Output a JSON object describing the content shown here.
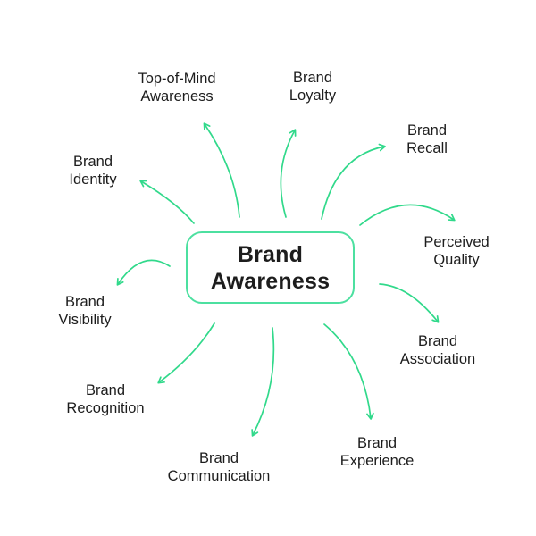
{
  "diagram": {
    "title": "Brand Awareness mind map",
    "center": {
      "label": "Brand\nAwareness"
    },
    "nodes": [
      {
        "id": "top-of-mind-awareness",
        "label": "Top-of-Mind\nAwareness"
      },
      {
        "id": "brand-loyalty",
        "label": "Brand\nLoyalty"
      },
      {
        "id": "brand-recall",
        "label": "Brand\nRecall"
      },
      {
        "id": "perceived-quality",
        "label": "Perceived\nQuality"
      },
      {
        "id": "brand-association",
        "label": "Brand\nAssociation"
      },
      {
        "id": "brand-experience",
        "label": "Brand\nExperience"
      },
      {
        "id": "brand-communication",
        "label": "Brand\nCommunication"
      },
      {
        "id": "brand-recognition",
        "label": "Brand\nRecognition"
      },
      {
        "id": "brand-visibility",
        "label": "Brand\nVisibility"
      },
      {
        "id": "brand-identity",
        "label": "Brand\nIdentity"
      }
    ],
    "colors": {
      "arrow": "#31d98b",
      "box_border": "#4ce0a0",
      "text": "#1d1d1d",
      "background": "#ffffff"
    }
  }
}
